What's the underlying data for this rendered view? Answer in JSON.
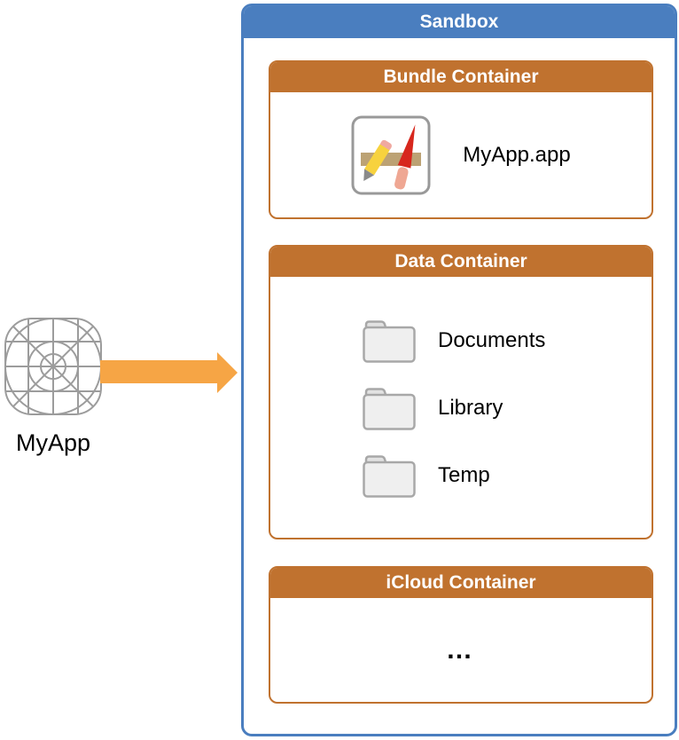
{
  "app": {
    "label": "MyApp"
  },
  "arrow": {
    "direction": "right"
  },
  "sandbox": {
    "title": "Sandbox",
    "bundle": {
      "title": "Bundle Container",
      "app_label": "MyApp.app"
    },
    "data": {
      "title": "Data Container",
      "folders": [
        {
          "icon": "folder-icon",
          "label": "Documents"
        },
        {
          "icon": "folder-icon",
          "label": "Library"
        },
        {
          "icon": "folder-icon",
          "label": "Temp"
        }
      ]
    },
    "icloud": {
      "title": "iCloud Container",
      "ellipsis": "…"
    }
  },
  "colors": {
    "sandbox_blue": "#4A7EBF",
    "container_orange": "#C0722F",
    "arrow_orange": "#F6A545",
    "wireframe_gray": "#9C9C9C",
    "folder_fill": "#EFEFEF",
    "folder_stroke": "#A8A8A8"
  }
}
